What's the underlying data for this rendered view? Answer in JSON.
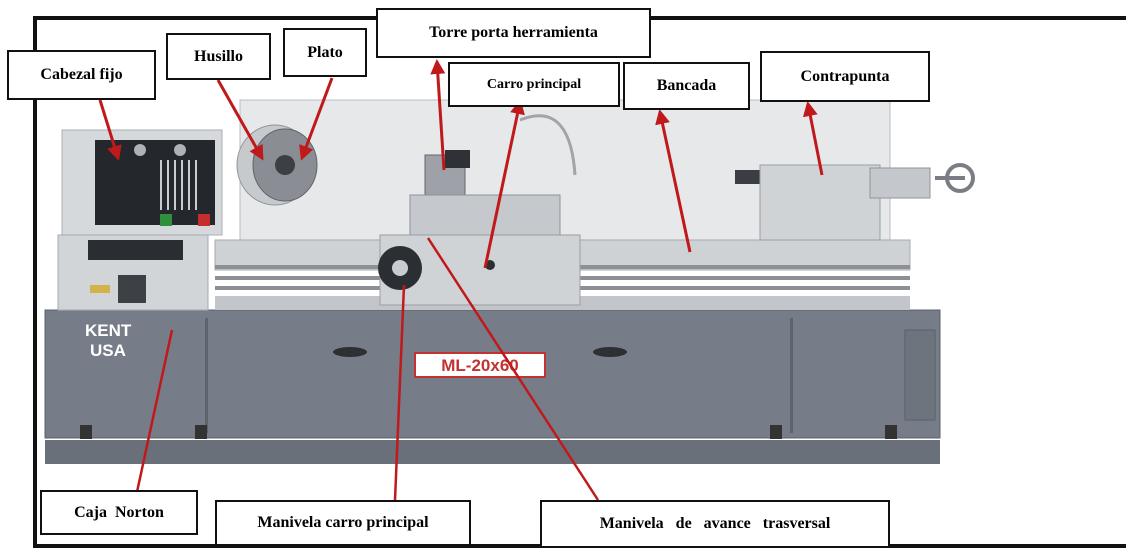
{
  "labels": {
    "cabezal_fijo": "Cabezal fijo",
    "husillo": "Husillo",
    "plato": "Plato",
    "torre": "Torre porta herramienta",
    "carro_principal": "Carro principal",
    "bancada": "Bancada",
    "contrapunta": "Contrapunta",
    "caja_norton": "Caja  Norton",
    "manivela_carro": "Manivela carro principal",
    "manivela_avance": "Manivela   de   avance   trasversal"
  },
  "machine": {
    "brand_line1": "KENT",
    "brand_line2": "USA",
    "model": "ML-20x60"
  },
  "colors": {
    "arrow": "#c0191b",
    "base": "#767d88",
    "body": "#d9dcdf",
    "frame": "#111111"
  }
}
